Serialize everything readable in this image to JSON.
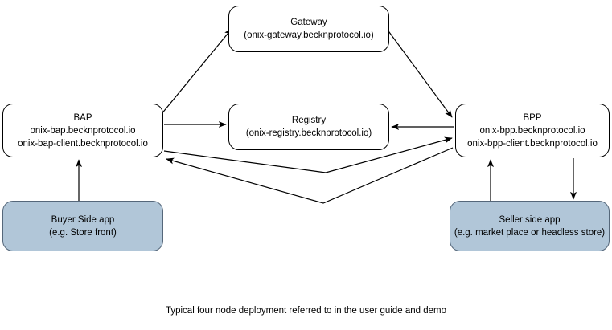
{
  "diagram": {
    "title_caption": "Typical four node deployment referred to in the user guide and demo",
    "colors": {
      "node_fill": "#ffffff",
      "shaded_node_fill": "#b1c6d8",
      "stroke": "#000000",
      "shaded_stroke": "#55677a",
      "text": "#000000"
    },
    "nodes": {
      "gateway": {
        "line1": "Gateway",
        "line2": "(onix-gateway.becknprotocol.io)"
      },
      "bap": {
        "line1": "BAP",
        "line2": "onix-bap.becknprotocol.io",
        "line3": "onix-bap-client.becknprotocol.io"
      },
      "registry": {
        "line1": "Registry",
        "line2": "(onix-registry.becknprotocol.io)"
      },
      "bpp": {
        "line1": "BPP",
        "line2": "onix-bpp.becknprotocol.io",
        "line3": "onix-bpp-client.becknprotocol.io"
      },
      "buyer_app": {
        "line1": "Buyer Side app",
        "line2": "(e.g. Store front)"
      },
      "seller_app": {
        "line1": "Seller side app",
        "line2": "(e.g. market place or headless store)"
      }
    },
    "edges": [
      {
        "name": "bap-to-gateway",
        "from": "bap",
        "to": "gateway",
        "arrow": "to"
      },
      {
        "name": "gateway-to-bpp",
        "from": "gateway",
        "to": "bpp",
        "arrow": "to"
      },
      {
        "name": "bap-to-registry",
        "from": "bap",
        "to": "registry",
        "arrow": "to"
      },
      {
        "name": "bpp-to-registry",
        "from": "bpp",
        "to": "registry",
        "arrow": "to"
      },
      {
        "name": "bap-to-bpp",
        "from": "bap",
        "to": "bpp",
        "arrow": "to"
      },
      {
        "name": "bpp-to-bap",
        "from": "bpp",
        "to": "bap",
        "arrow": "to"
      },
      {
        "name": "buyer-app-to-bap",
        "from": "buyer_app",
        "to": "bap",
        "arrow": "to"
      },
      {
        "name": "seller-app-to-bpp",
        "from": "seller_app",
        "to": "bpp",
        "arrow": "to"
      },
      {
        "name": "bpp-to-seller-app",
        "from": "bpp",
        "to": "seller_app",
        "arrow": "to"
      }
    ]
  }
}
